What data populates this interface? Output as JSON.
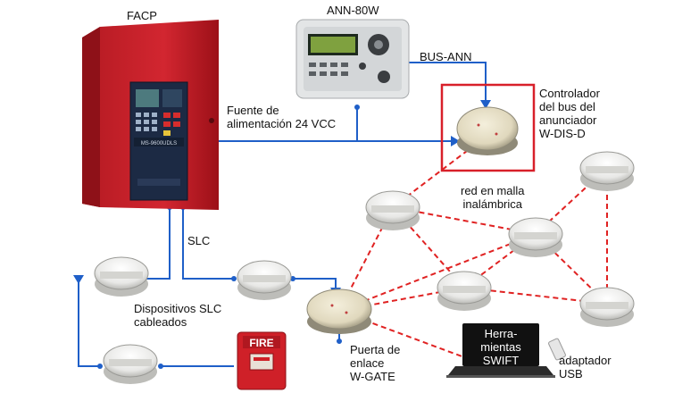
{
  "labels": {
    "facp": "FACP",
    "ann": "ANN-80W",
    "bus_ann": "BUS-ANN",
    "power": "Fuente de\nalimentación 24 VCC",
    "controller": "Controlador\ndel bus del\nanunciador\nW-DIS-D",
    "mesh": "red en malla\ninalámbrica",
    "slc": "SLC",
    "wired": "Dispositivos SLC\ncableados",
    "gateway": "Puerta de\nenlace\nW-GATE",
    "swift": "Herra-\nmientas\nSWIFT",
    "usb": "adaptador\nUSB"
  },
  "device_text": {
    "fire_sign": "FIRE",
    "panel_model": "MS-9600UDLS"
  },
  "colors": {
    "wire": "#1f5fc8",
    "wireless": "#e02222",
    "panel": "#c8202a",
    "highlight_box": "#d8202a"
  }
}
